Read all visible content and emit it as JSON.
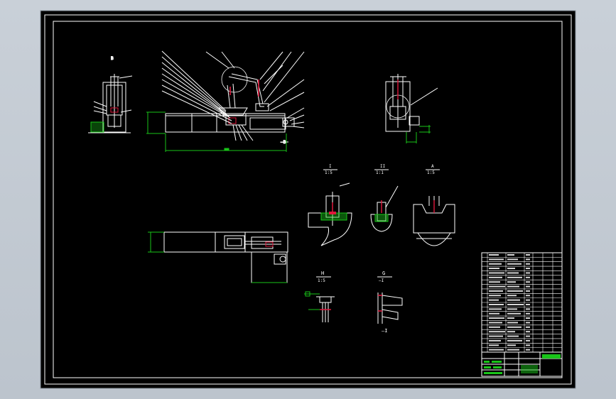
{
  "drawing": {
    "background_color": "#000000",
    "line_color": "#ffffff",
    "dimension_color": "#19c419",
    "highlight_color": "#e0183c"
  },
  "views": {
    "left_label": "B",
    "bottom_tag": "—B",
    "arrow_tag": "—I",
    "sections": [
      {
        "name": "I",
        "scale": "1:5"
      },
      {
        "name": "II",
        "scale": "1:1"
      },
      {
        "name": "A",
        "scale": "1:5"
      },
      {
        "name": "H",
        "scale": "1:5"
      },
      {
        "name": "G",
        "scale": "—I"
      }
    ]
  }
}
